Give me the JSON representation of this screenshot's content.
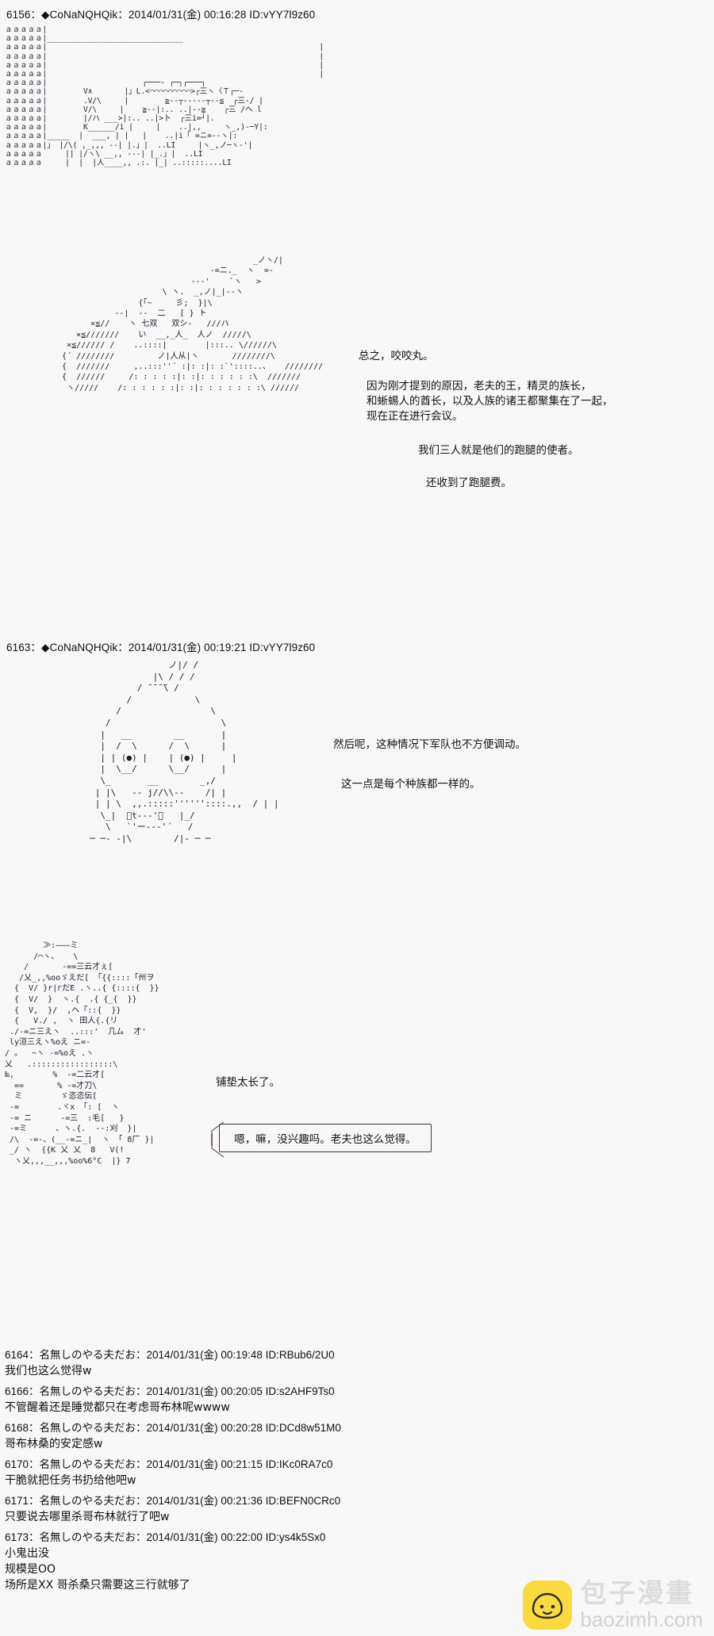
{
  "board": {
    "background_color": "#f7f7f7",
    "text_color": "#111111"
  },
  "posts": [
    {
      "id": "post-6156",
      "number": "6156",
      "name": "◆CoNaNQHQik",
      "date": "2014/01/31(金) 00:16:28",
      "uid": "ID:vYY7l9z60",
      "header_line": "6156：◆CoNaNQHQik：2014/01/31(金) 00:16:28 ID:vYY7l9z60",
      "art_top": "ａａａａａ|\nａａａａａ|______________________________\nａａａａａ|                                                            |\nａａａａａ|                                                            |\nａａａａａ|                                                            |\nａａａａａ|                                                            |\nａａａａａ|                     ┌───‐ ┌─┐┌───┐\nａａａａａ|        V∧       |」L.<⌒⌒⌒⌒⌒⌒⌒⌒⌒>┌三ヽ〈Ｔ┌─‐\nａａａａａ|        .V/\\     |        ≧--┬-----┬--≦  ┌三-/ |\nａａａａａ|        V/\\     |    ≧--|:.. ..|--≧    ┌三 /ヘ l\nａａａａａ|        |/ハ ___>|:.. ..|>卜  ┌三i=┘|.\nａａａａａ|        K______/i |     |    ..|,,     ヽ_,)-─Y|:\nａａａａａ|_____  |  ___, | |   |    ..|i「 =ニ=-‐ヽ|:\nａａａａａ|」 |/\\( ,_,,, -‐| |.」|  ..LI     |ヽ_,ノ─ヽ‐'|\nａａａａａ     || |/ヽ\\ __,, -‐‐| |_.」|  ..LI     \nａａａａａ     |  |  |人____,, .:. |_| ..:::::....LI",
      "art_main": "                                           _ノヽ/|\n                                  -=ニ._  ヽ  =-\n                              --‐'    `ヽ   >\n                        \\ ヽ.  _,ノ|_|-‐ヽ\n                   {「~     彡;  }|\\\n              -‐|  ‐-  二   [ } ト\n         ×≦//    ヽ 七双   双シ‐   ///ハ\n      ×≦///////    い  __,_人_  人ノ  /////\\\n    ×≦////// /    ..::::|        |:::.. \\//////\\\n   {´ ////////         ノ|人从|ヽ       ////////\\\n   {  ///////     ,..:::''´ :|: :|: :`'::::..、   ////////\n   {  //////     /: : : : :|: :|: : : : : :\\  ///////\n    ヽ/////    /: : : : : :|: :|: : : : : : :\\ //////",
      "lines": [
        "总之，咬咬丸。",
        "",
        "因为刚才提到的原因，老夫的王，精灵的族长，",
        "和蜥蜴人的酋长，以及人族的诸王都聚集在了一起，",
        "现在正在进行会议。",
        "",
        "我们三人就是他们的跑腿的使者。",
        "",
        "还收到了跑腿费。"
      ]
    },
    {
      "id": "post-6163",
      "number": "6163",
      "name": "◆CoNaNQHQik",
      "date": "2014/01/31(金) 00:19:21",
      "uid": "ID:vYY7l9z60",
      "header_line": "6163：◆CoNaNQHQik：2014/01/31(金) 00:19:21 ID:vYY7l9z60",
      "art_main": "                    ノ|/ /\n                 |\\ / / /\n              / ̄ ̄ ̄ ̄\\ /\n            /            \\\n          /                 \\\n        /                     \\\n       |   __        __       |\n       |  /  \\      /  \\      |\n       | | (●) |    | (●) |     |\n       |  \\__/      \\__/      |\n       \\_       __        _,/\n      | |\\   -‐ j//\\\\‐-    /| |\n      | | \\  ,,.:::::''''''::::.,,  / | |\n       \\_|  ゙t‐-‐'゙   |_/\n        \\   `'ー--‐'´   /\n     ─ ─‐ ‐|\\        /|‐ ─ ─",
      "lines": [
        "然后呢，这种情况下军队也不方便调动。",
        "",
        "这一点是每个种族都一样的。"
      ],
      "art_bottom": "        ≫:―――ミ\n      /⌒ヽ、   \\\n    /       -==三云才ぇ[\n   /乂_,,%ooゞえだ[ 「{{::::「州ヲ\n  {  V/ }r|гだЕ .ヽ..{ {::::{  }}\n  {  V/  }  ヽ.{  .{ {_{  }}\n  {  V,  }/  ,ヘ「::{  }}\n  {   V./ ,  ヽ 田人{.{リ\n ./-=ニ三えヽ  ..:::'  几ム  才'\n ly洹三えヽ%оえ ニ=‐\n/ 。  ~ヽ -=%oえ .ヽ\n乂   .:::::::::::::::::\\\n‰,        %  -=二云才[\n  ==       % -=才刀\\\n  ミ        ゞ恣恣伝[\n -=        .ヾx 「: [  ヽ\n -= ニ      -=三  :毛[   }\n -=ミ      、ヽ.{.  ‐-:刈  }|\n /\\  ‐=‐、(__‐=ニ_|  ヽ 「 8厂 }|\n _/ ヽ  {{К 乂 乂  8   V(!\n  ヽ乂,,,__,,,%oo%6°C  |} 7"
    }
  ],
  "bubble": {
    "text": "嗯，嘛，没兴趣吗。老夫也这么觉得。",
    "border_color": "#3a3a3a"
  },
  "narration": {
    "line": "铺垫太长了。"
  },
  "replies": [
    {
      "number": "6164",
      "name": "名無しのやる夫だお",
      "date": "2014/01/31(金) 00:19:48",
      "uid": "ID:RBub6/2U0",
      "header_line": "6164：名無しのやる夫だお：2014/01/31(金) 00:19:48 ID:RBub6/2U0",
      "body": "我们也这么觉得w"
    },
    {
      "number": "6166",
      "name": "名無しのやる夫だお",
      "date": "2014/01/31(金) 00:20:05",
      "uid": "ID:s2AHF9Ts0",
      "header_line": "6166：名無しのやる夫だお：2014/01/31(金) 00:20:05 ID:s2AHF9Ts0",
      "body": "不管醒着还是睡觉都只在考虑哥布林呢wwww"
    },
    {
      "number": "6168",
      "name": "名無しのやる夫だお",
      "date": "2014/01/31(金) 00:20:28",
      "uid": "ID:DCd8w51M0",
      "header_line": "6168：名無しのやる夫だお：2014/01/31(金) 00:20:28 ID:DCd8w51M0",
      "body": "哥布林桑的安定感w"
    },
    {
      "number": "6170",
      "name": "名無しのやる夫だお",
      "date": "2014/01/31(金) 00:21:15",
      "uid": "ID:IKc0RA7c0",
      "header_line": "6170：名無しのやる夫だお：2014/01/31(金) 00:21:15 ID:IKc0RA7c0",
      "body": "干脆就把任务书扔给他吧w"
    },
    {
      "number": "6171",
      "name": "名無しのやる夫だお",
      "date": "2014/01/31(金) 00:21:36",
      "uid": "ID:BEFN0CRc0",
      "header_line": "6171：名無しのやる夫だお：2014/01/31(金) 00:21:36 ID:BEFN0CRc0",
      "body": "只要说去哪里杀哥布林就行了吧w"
    },
    {
      "number": "6173",
      "name": "名無しのやる夫だお",
      "date": "2014/01/31(金) 00:22:00",
      "uid": "ID:ys4k5Sx0",
      "header_line": "6173：名無しのやる夫だお：2014/01/31(金) 00:22:00 ID:ys4k5Sx0",
      "body": "小鬼出没\n规模是OO\n场所是XX 哥杀桑只需要这三行就够了"
    }
  ],
  "watermark": {
    "cn": "包子漫畫",
    "en": "baozimh.com",
    "logo_color": "#fada3c",
    "text_color": "#dcdcdc"
  }
}
